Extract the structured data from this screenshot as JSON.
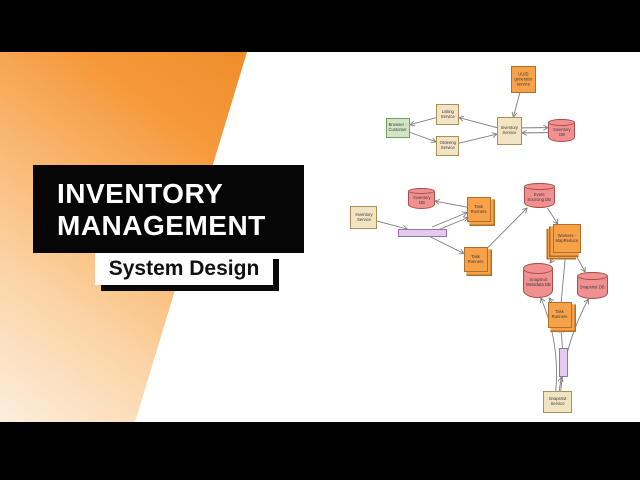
{
  "frame": {
    "letterbox_color": "#000000",
    "background": "#ffffff",
    "wedge_gradient_light": "#fdeedd",
    "wedge_gradient_dark": "#f08d2a"
  },
  "title": {
    "line1": "INVENTORY",
    "line2": "MANAGEMENT",
    "subtitle": "System Design",
    "block_bg": "#060606",
    "text_color": "#ffffff"
  },
  "diagram": {
    "edge_color": "#7d7d7d",
    "nodes": [
      {
        "id": "browser",
        "label": "Browser - Customer",
        "type": "box",
        "fill": "#cfe5c5",
        "border": "#74a05e"
      },
      {
        "id": "listing",
        "label": "Listing Service",
        "type": "box",
        "fill": "#f2e4c2",
        "border": "#ab9158"
      },
      {
        "id": "ordering",
        "label": "Ordering Service",
        "type": "box",
        "fill": "#f2e4c2",
        "border": "#ab9158"
      },
      {
        "id": "uuid",
        "label": "UUID generator service",
        "type": "box",
        "fill": "#f7a149",
        "border": "#b06f2b"
      },
      {
        "id": "invServiceU",
        "label": "Inventory Service",
        "type": "box",
        "fill": "#f2e4c2",
        "border": "#ab9158"
      },
      {
        "id": "invDbU",
        "label": "Inventory DB",
        "type": "cylinder",
        "fill": "#f19090",
        "border": "#a84c4c"
      },
      {
        "id": "invServiceL",
        "label": "Inventory Service",
        "type": "box",
        "fill": "#f2e4c2",
        "border": "#ab9158"
      },
      {
        "id": "invDbL",
        "label": "Inventory DB",
        "type": "cylinder",
        "fill": "#f19090",
        "border": "#a84c4c"
      },
      {
        "id": "queueH",
        "label": "",
        "type": "bar",
        "fill": "#e3cbf0",
        "border": "#9673a6"
      },
      {
        "id": "tr1",
        "label": "Task Runners",
        "type": "stack",
        "fill": "#f7a149",
        "border": "#b06f2b",
        "layers": 1,
        "stackDir": 1
      },
      {
        "id": "tr2",
        "label": "Task Runners",
        "type": "stack",
        "fill": "#f7a149",
        "border": "#b06f2b",
        "layers": 1,
        "stackDir": 1
      },
      {
        "id": "esDb",
        "label": "Event Sourcing DB",
        "type": "cylinder",
        "fill": "#f19090",
        "border": "#a84c4c"
      },
      {
        "id": "workers",
        "label": "Workers - MapReduce",
        "type": "stack",
        "fill": "#f7a149",
        "border": "#b06f2b",
        "layers": 2,
        "stackDir": -1
      },
      {
        "id": "smDb",
        "label": "Snapshot Metadata DB",
        "type": "cylinder",
        "fill": "#f19090",
        "border": "#a84c4c"
      },
      {
        "id": "sDb",
        "label": "Snapshot DB",
        "type": "cylinder",
        "fill": "#f19090",
        "border": "#a84c4c"
      },
      {
        "id": "tr3",
        "label": "Task Runners",
        "type": "stack",
        "fill": "#f7a149",
        "border": "#b06f2b",
        "layers": 1,
        "stackDir": 1
      },
      {
        "id": "queueV",
        "label": "",
        "type": "bar",
        "fill": "#e3cbf0",
        "border": "#9673a6"
      },
      {
        "id": "snapService",
        "label": "Snapshot Service",
        "type": "box",
        "fill": "#f2e4c2",
        "border": "#ab9158"
      }
    ],
    "edges": [
      {
        "from": "listing",
        "to": "browser"
      },
      {
        "from": "browser",
        "to": "ordering"
      },
      {
        "from": "invServiceU",
        "to": "listing"
      },
      {
        "from": "ordering",
        "to": "invServiceU"
      },
      {
        "from": "uuid",
        "to": "invServiceU"
      },
      {
        "from": "invServiceU",
        "to": "invDbU",
        "shift": [
          0,
          -3
        ]
      },
      {
        "from": "invDbU",
        "to": "invServiceU",
        "shift": [
          0,
          2
        ]
      },
      {
        "from": "invServiceL",
        "to": "queueH"
      },
      {
        "from": "tr1",
        "to": "invDbL"
      },
      {
        "from": "queueH",
        "to": "tr1",
        "shift": [
          0,
          -2
        ]
      },
      {
        "from": "queueH",
        "to": "tr1",
        "shift": [
          1,
          3
        ]
      },
      {
        "from": "queueH",
        "to": "tr2"
      },
      {
        "from": "tr2",
        "to": "esDb"
      },
      {
        "from": "esDb",
        "to": "workers"
      },
      {
        "from": "workers",
        "to": "smDb"
      },
      {
        "from": "workers",
        "to": "sDb"
      },
      {
        "from": "tr3",
        "to": "workers"
      },
      {
        "from": "tr3",
        "to": "smDb"
      },
      {
        "from": "queueV",
        "to": "tr3"
      },
      {
        "from": "snapService",
        "to": "queueV"
      },
      {
        "from": "snapService",
        "to": "smDb",
        "bend": -12
      },
      {
        "from": "snapService",
        "to": "sDb",
        "bend": 10
      }
    ]
  }
}
